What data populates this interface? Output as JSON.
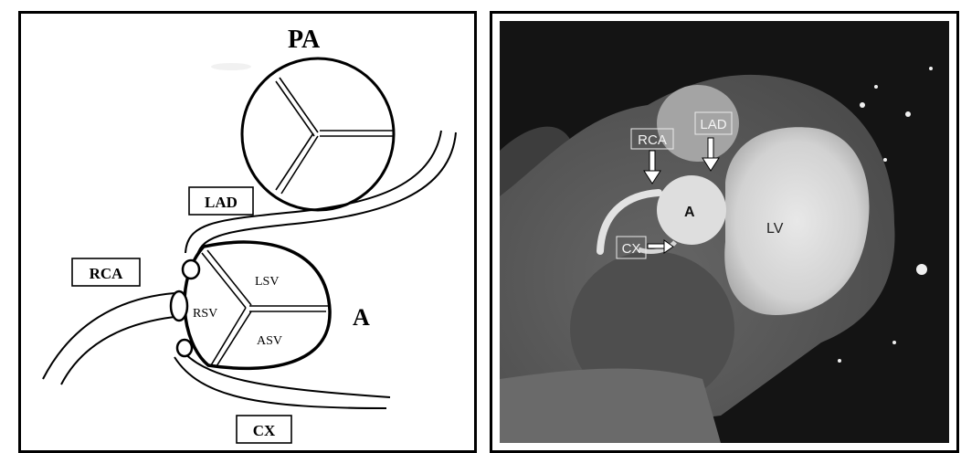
{
  "schematic": {
    "pulmonary_artery_label": "PA",
    "aorta_label": "A",
    "lad_label": "LAD",
    "rca_label": "RCA",
    "cx_label": "CX",
    "lsv_label": "LSV",
    "rsv_label": "RSV",
    "asv_label": "ASV"
  },
  "ct_scan": {
    "rca_label": "RCA",
    "lad_label": "LAD",
    "cx_label": "CX",
    "aorta_label": "A",
    "lv_label": "LV"
  },
  "colors": {
    "line": "#000000",
    "background": "#ffffff",
    "ct_dark": "#141414",
    "ct_tissue": "#5a5a5a",
    "ct_contrast": "#dcdcdc"
  }
}
